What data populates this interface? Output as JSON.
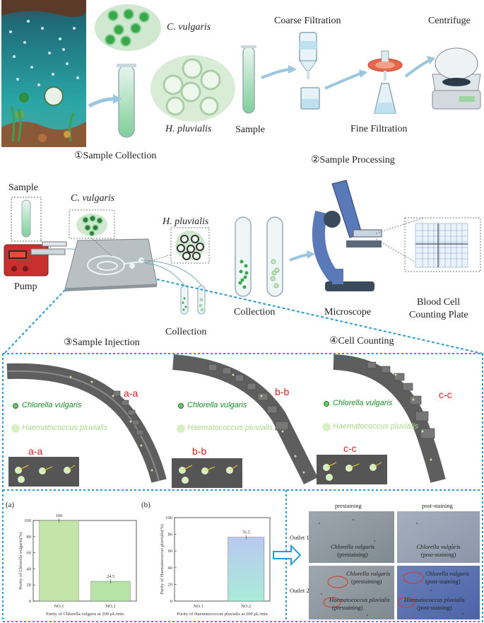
{
  "section1": {
    "step_label": "①Sample Collection",
    "cv_label": "C. vulgaris",
    "hp_label": "H. pluvialis"
  },
  "section2": {
    "step_label": "②Sample Processing",
    "sample_label": "Sample",
    "coarse_label": "Coarse Filtration",
    "fine_label": "Fine Filtration",
    "centrifuge_label": "Centrifuge"
  },
  "section3": {
    "step_label": "③Sample Injection",
    "sample_label": "Sample",
    "pump_label": "Pump",
    "cv_label": "C. vulgaris",
    "hp_label": "H. pluvialis",
    "collection_label": "Collection"
  },
  "section4": {
    "step_label": "④Cell Counting",
    "collection_label": "Collection",
    "microscope_label": "Microscope",
    "plate_label_1": "Blood Cell",
    "plate_label_2": "Counting Plate"
  },
  "detail": {
    "panels": [
      {
        "section": "a-a",
        "inset": "a-a"
      },
      {
        "section": "b-b",
        "inset": "b-b"
      },
      {
        "section": "c-c",
        "inset": "c-c"
      }
    ],
    "legend_cv": "Chlorella vulgaris",
    "legend_hp": "Haematococcus pluvialis"
  },
  "chart_data": [
    {
      "type": "bar",
      "panel": "(a)",
      "categories": [
        "NO.1",
        "NO.2"
      ],
      "values": [
        100,
        24.5
      ],
      "value_labels": [
        "100",
        "24.5"
      ],
      "ylim": [
        0,
        100
      ],
      "yticks": [
        "0",
        "20",
        "40",
        "60",
        "80",
        "100"
      ],
      "ylabel": "Purity of Chlorella vulgaris(%)",
      "xlabel": "Purity of Chlorella vulgaris at 200 μL/min",
      "colors": [
        "#c3e6a8",
        "#b6e4a6"
      ]
    },
    {
      "type": "bar",
      "panel": "(b)",
      "categories": [
        "NO.1",
        "NO.2"
      ],
      "values": [
        0,
        76.5
      ],
      "value_labels": [
        "",
        "76.5"
      ],
      "ylim": [
        0,
        100
      ],
      "yticks": [
        "0",
        "20",
        "40",
        "60",
        "80",
        "100"
      ],
      "ylabel": "Purity of Haematococcus pluvialis(%)",
      "xlabel": "Purity of Haematococcus pluvialis at 200 μL/min",
      "colors": [
        "#b9c8f0",
        "#a9c1ee"
      ]
    }
  ],
  "micrographs": {
    "col_pre": "prestaining",
    "col_post": "post-staining",
    "row1": "Outlet 1",
    "row2": "Outlet 2",
    "cells": {
      "r1c1_name": "Chlorella vulgaris",
      "r1c1_state": "(prestaining)",
      "r1c2_name": "Chlorella vulgaris",
      "r1c2_state": "(post-staining)",
      "r2c1_name1": "Chlorella vulgaris",
      "r2c1_state1": "(prestaining)",
      "r2c1_name2": "Haematococcus pluvialis",
      "r2c1_state2": "(prestaining)",
      "r2c2_name1": "Chlorella vulgaris",
      "r2c2_state1": "(post-staining)",
      "r2c2_name2": "Haematococcus pluvialis",
      "r2c2_state2": "(post-staining)"
    }
  }
}
